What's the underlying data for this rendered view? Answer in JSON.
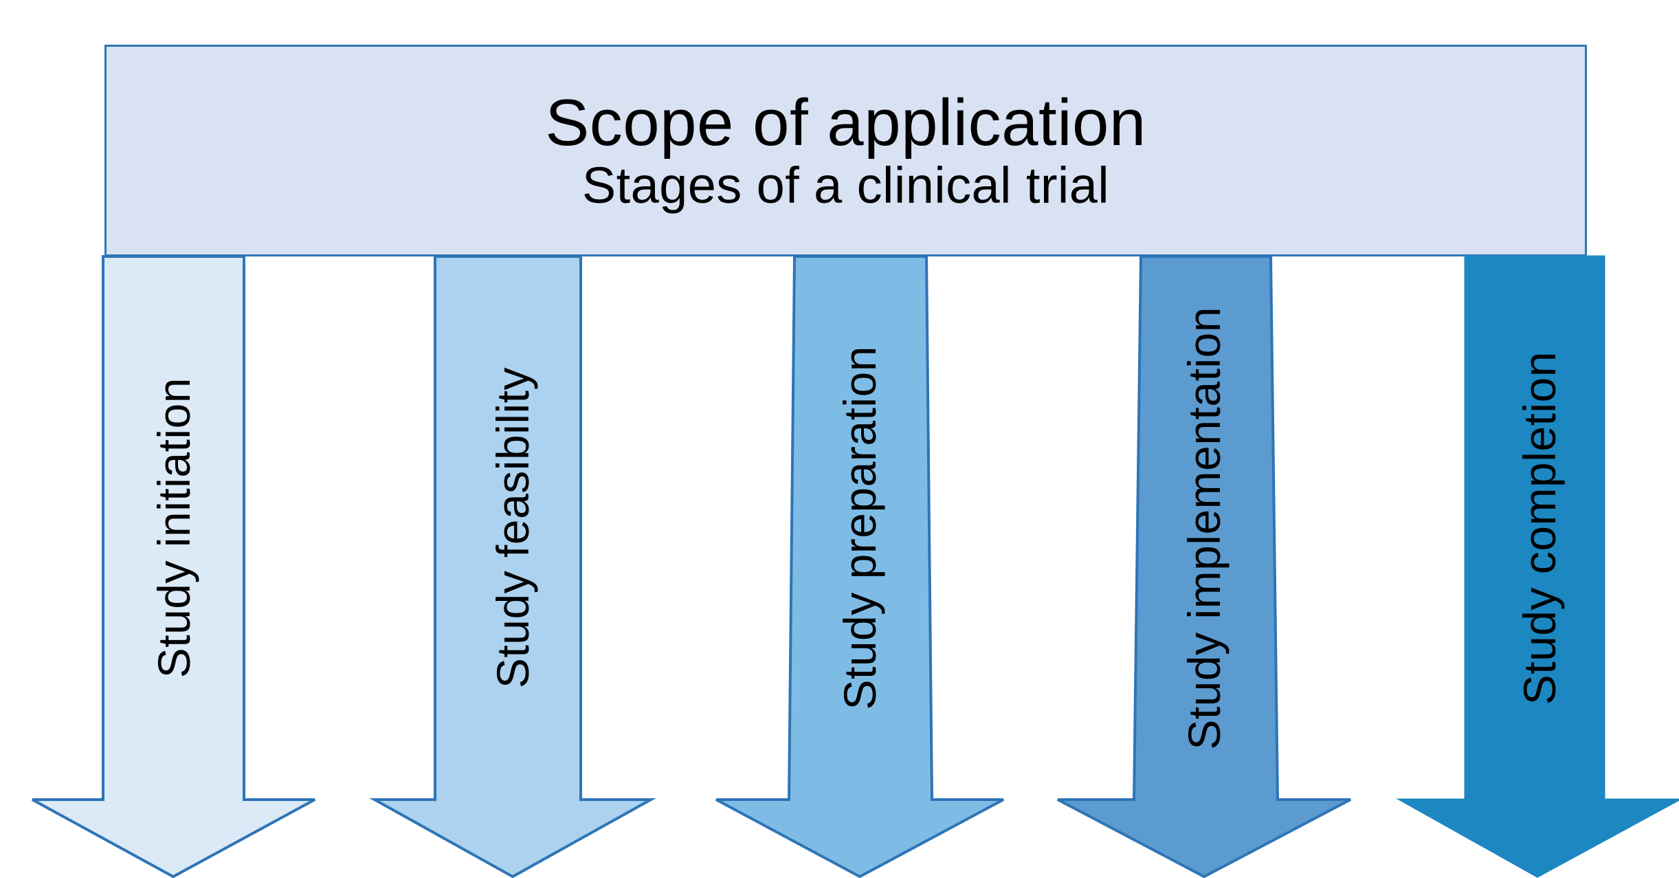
{
  "header": {
    "title": "Scope of application",
    "subtitle": "Stages of a clinical trial",
    "fill_color": "#d9e2f3",
    "border_color": "#2e75b6"
  },
  "stages": [
    {
      "label": "Study initiation",
      "fill_color": "#dce9f7",
      "stroke_color": "#2e75b6"
    },
    {
      "label": "Study feasibility",
      "fill_color": "#acd2ef",
      "stroke_color": "#2e75b6"
    },
    {
      "label": "Study preparation",
      "fill_color": "#7fbce5",
      "stroke_color": "#2e75b6"
    },
    {
      "label": "Study implementation",
      "fill_color": "#5b9bd0",
      "stroke_color": "#2e75b6"
    },
    {
      "label": "Study completion",
      "fill_color": "#1c87c0",
      "stroke_color": "#1c87c0"
    }
  ]
}
